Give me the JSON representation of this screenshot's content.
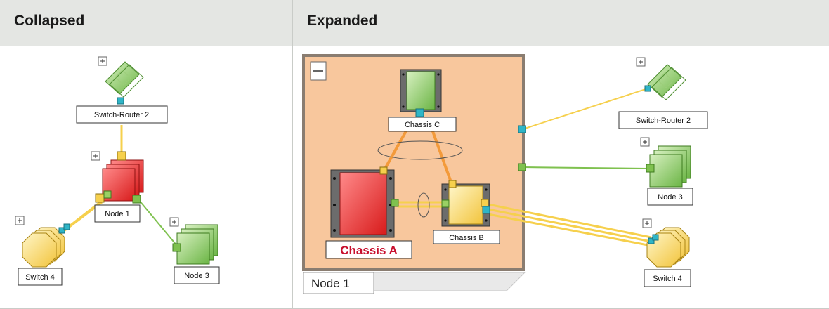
{
  "headers": {
    "collapsed": "Collapsed",
    "expanded": "Expanded"
  },
  "collapsed": {
    "switch_router_2": "Switch-Router 2",
    "node_1": "Node 1",
    "switch_4": "Switch 4",
    "node_3": "Node 3"
  },
  "expanded": {
    "chassis_c": "Chassis C",
    "chassis_a": "Chassis A",
    "chassis_b": "Chassis B",
    "node_1": "Node 1",
    "switch_router_2": "Switch-Router 2",
    "node_3": "Node 3",
    "switch_4": "Switch 4"
  },
  "colors": {
    "node_group_bg": "#f8c79d",
    "node_group_border": "#8a7d71",
    "chassis_a_label": "#c8102e",
    "link_yellow": "#f6d04d",
    "link_green": "#7fc14f",
    "link_orange": "#f39a3a"
  }
}
